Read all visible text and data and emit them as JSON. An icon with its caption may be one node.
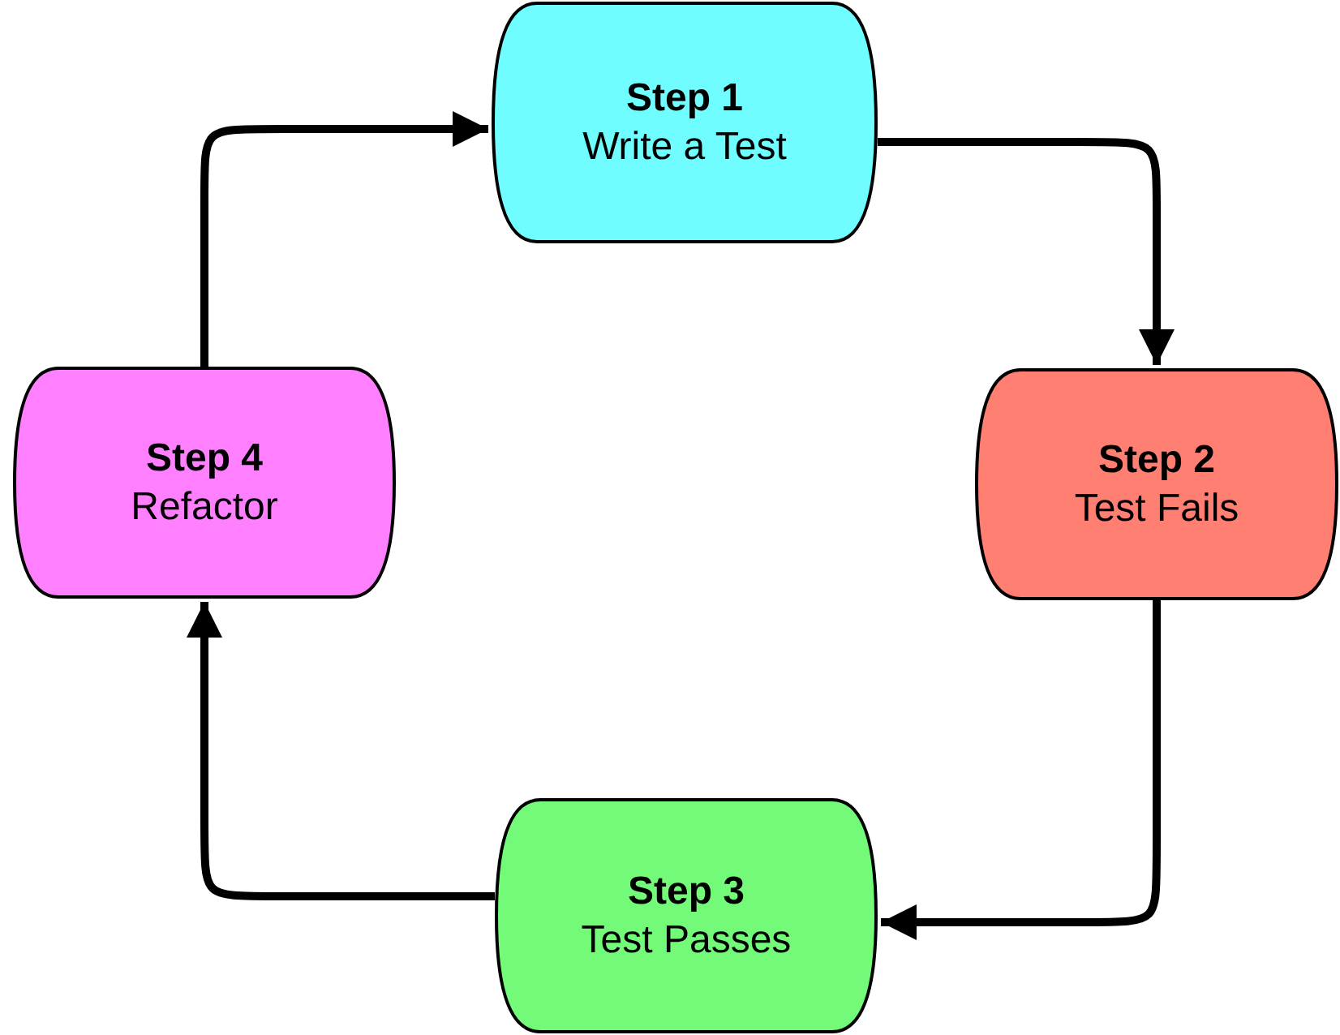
{
  "diagram": {
    "nodes": [
      {
        "text": [
          "Step 1",
          "Write a Test"
        ]
      },
      {
        "text": [
          "Step 2",
          "Test Fails"
        ]
      },
      {
        "text": [
          "Step 3",
          "Test Passes"
        ]
      },
      {
        "text": [
          "Step 4",
          "Refactor"
        ]
      }
    ],
    "edges": [
      {
        "from": 0,
        "to": 1,
        "arrow": "to"
      },
      {
        "from": 1,
        "to": 2,
        "arrow": "to"
      },
      {
        "from": 2,
        "to": 3,
        "arrow": "to"
      },
      {
        "from": 3,
        "to": 0,
        "arrow": "to"
      }
    ]
  }
}
